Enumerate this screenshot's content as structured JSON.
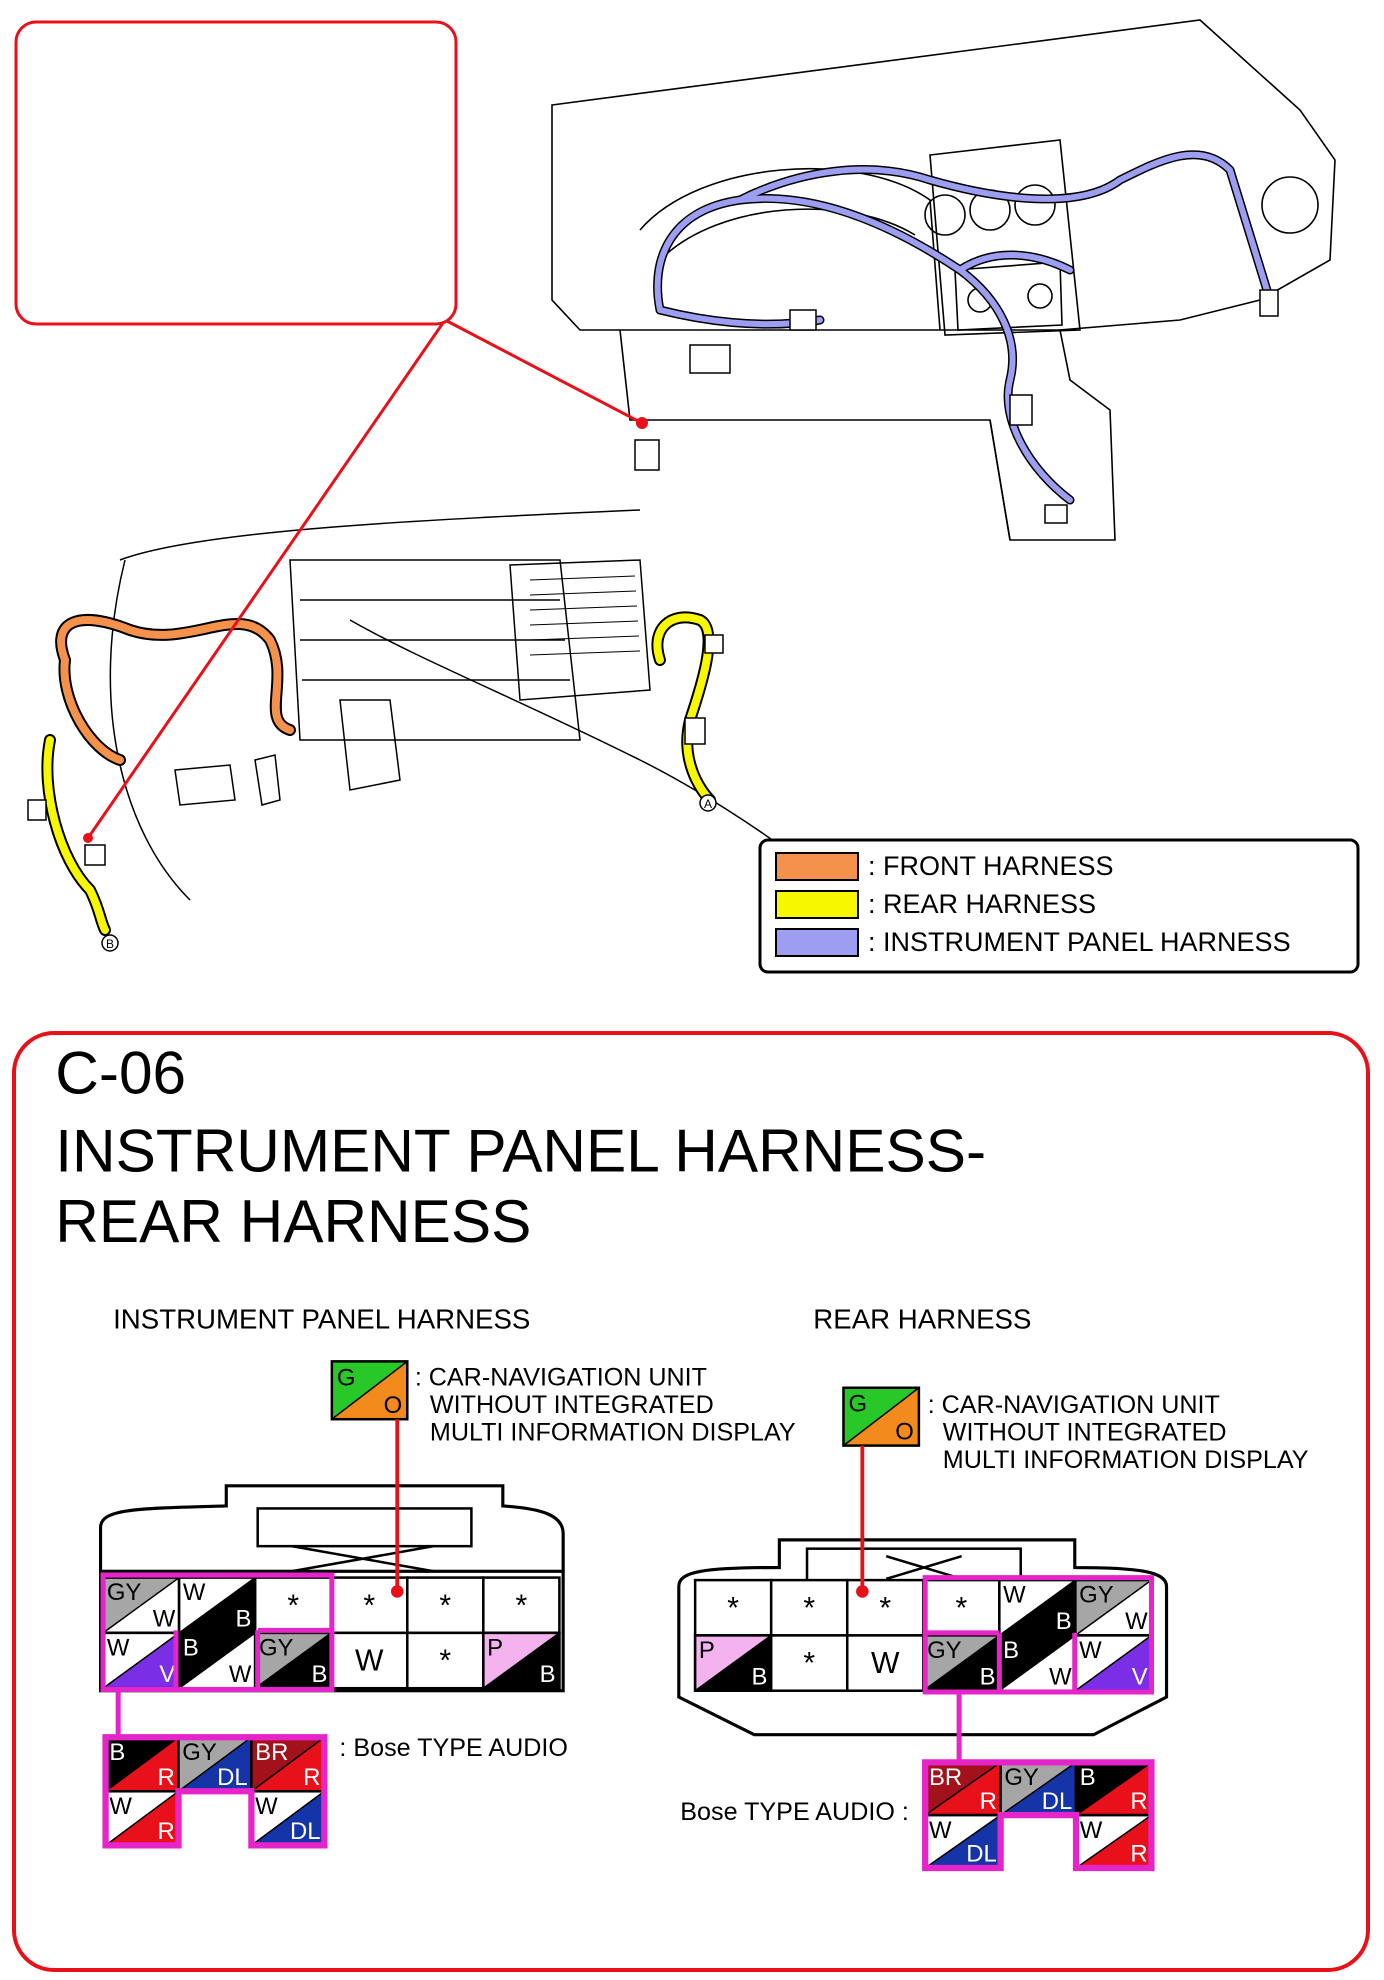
{
  "colors": {
    "front_harness": "#f4914a",
    "rear_harness": "#f7f700",
    "instrument_panel_harness": "#9d9df2",
    "callout_red": "#e8111a",
    "bose_magenta": "#e524c9",
    "G": "#29c829",
    "O": "#f28a1e",
    "GY": "#a6a6a6",
    "W": "#ffffff",
    "B": "#000000",
    "V": "#7a2fe6",
    "P": "#f4b3ef",
    "R": "#e8111a",
    "BR": "#a3111a",
    "DL": "#1434a8"
  },
  "connector_id": "C-06",
  "title_line1": "INSTRUMENT PANEL HARNESS-",
  "title_line2": "REAR HARNESS",
  "legend": [
    {
      "label": ": FRONT HARNESS",
      "color": "#f4914a"
    },
    {
      "label": ": REAR HARNESS",
      "color": "#f7f700"
    },
    {
      "label": ": INSTRUMENT PANEL HARNESS",
      "color": "#9d9df2"
    }
  ],
  "markers": {
    "a": "A",
    "b": "B"
  },
  "ip_harness": {
    "heading": "INSTRUMENT PANEL HARNESS",
    "nav_swatch": {
      "top": "G",
      "bottom": "O"
    },
    "nav_note": [
      ": CAR-NAVIGATION UNIT",
      "WITHOUT INTEGRATED",
      "MULTI INFORMATION DISPLAY"
    ],
    "row1": [
      {
        "top": "GY",
        "bottom": "W"
      },
      {
        "top": "W",
        "bottom": "B"
      },
      {
        "text": "*"
      },
      {
        "text": "*"
      },
      {
        "text": "*"
      },
      {
        "text": "*"
      }
    ],
    "row2": [
      {
        "top": "W",
        "bottom": "V"
      },
      {
        "top": "B",
        "bottom": "W"
      },
      {
        "top": "GY",
        "bottom": "B"
      },
      {
        "text": "W"
      },
      {
        "text": "*"
      },
      {
        "top": "P",
        "bottom": "B"
      }
    ],
    "bose_label": ": Bose TYPE AUDIO",
    "bose_row1": [
      {
        "top": "B",
        "bottom": "R"
      },
      {
        "top": "GY",
        "bottom": "DL"
      },
      {
        "top": "BR",
        "bottom": "R"
      }
    ],
    "bose_row2": [
      {
        "top": "W",
        "bottom": "R"
      },
      {
        "top": "W",
        "bottom": "DL"
      }
    ]
  },
  "rear_harness": {
    "heading": "REAR HARNESS",
    "nav_swatch": {
      "top": "G",
      "bottom": "O"
    },
    "nav_note": [
      ": CAR-NAVIGATION UNIT",
      "WITHOUT INTEGRATED",
      "MULTI INFORMATION DISPLAY"
    ],
    "row1": [
      {
        "text": "*"
      },
      {
        "text": "*"
      },
      {
        "text": "*"
      },
      {
        "text": "*"
      },
      {
        "top": "W",
        "bottom": "B"
      },
      {
        "top": "GY",
        "bottom": "W"
      }
    ],
    "row2": [
      {
        "top": "P",
        "bottom": "B"
      },
      {
        "text": "*"
      },
      {
        "text": "W"
      },
      {
        "top": "GY",
        "bottom": "B"
      },
      {
        "top": "B",
        "bottom": "W"
      },
      {
        "top": "W",
        "bottom": "V"
      }
    ],
    "bose_label": "Bose TYPE AUDIO :",
    "bose_row1": [
      {
        "top": "BR",
        "bottom": "R"
      },
      {
        "top": "GY",
        "bottom": "DL"
      },
      {
        "top": "B",
        "bottom": "R"
      }
    ],
    "bose_row2": [
      {
        "top": "W",
        "bottom": "DL"
      },
      {
        "top": "W",
        "bottom": "R"
      }
    ]
  }
}
